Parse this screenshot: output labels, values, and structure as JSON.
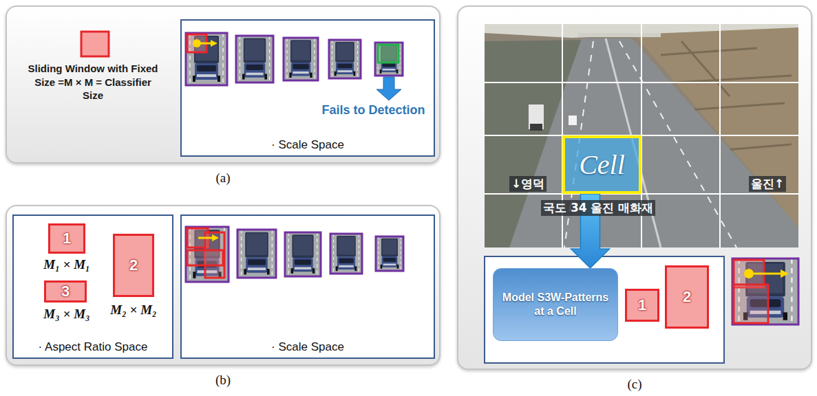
{
  "diagram": {
    "nodes": [
      {
        "text": [
          "(a)"
        ]
      },
      {
        "text": [
          "· Scale Space"
        ],
        "in": 0
      },
      {
        "text": [
          "(b)"
        ]
      },
      {
        "text": [
          "· Aspect Ratio Space"
        ],
        "in": 2
      },
      {
        "text": [
          "1"
        ],
        "in": 3
      },
      {
        "text": [
          "2"
        ],
        "in": 3
      },
      {
        "text": [
          "3"
        ],
        "in": 3
      },
      {
        "text": [
          "· Scale Space"
        ],
        "in": 2
      },
      {
        "text": [
          "(c)"
        ]
      },
      {
        "text": [
          "Cell"
        ],
        "in": 8
      },
      {
        "text": [
          "Model S3W-Patterns at a Cell"
        ],
        "in": 8
      },
      {
        "text": [
          "1"
        ],
        "in": 8
      },
      {
        "text": [
          "2"
        ],
        "in": 8
      }
    ],
    "edges": [
      {
        "from": 9,
        "to": 10,
        "arrow": "to"
      }
    ],
    "labels": [
      "Sliding Window with Fixed Size =M × M = Classifier Size",
      "Fails to Detection",
      "M₁ × M₁",
      "M₃ × M₃",
      "M₂ × M₂",
      "↓영덕",
      "울진↑",
      "국도 34 울진 매화재"
    ]
  }
}
